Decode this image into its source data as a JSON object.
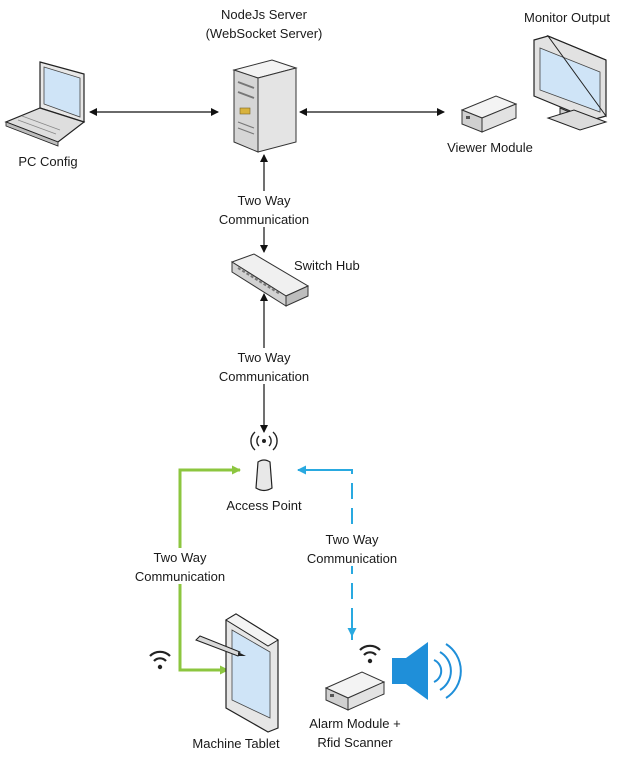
{
  "nodes": {
    "server": {
      "line1": "NodeJs Server",
      "line2": "(WebSocket Server)",
      "icon": "server-icon"
    },
    "pc": {
      "label": "PC Config",
      "icon": "laptop-icon"
    },
    "monitor": {
      "label": "Monitor Output",
      "icon": "monitor-icon"
    },
    "viewer": {
      "label": "Viewer Module",
      "icon": "viewer-box-icon"
    },
    "switch": {
      "label": "Switch Hub",
      "icon": "switch-icon"
    },
    "access_point": {
      "label": "Access Point",
      "icon": "access-point-icon"
    },
    "tablet": {
      "label": "Machine Tablet",
      "icon": "tablet-icon"
    },
    "alarm": {
      "line1": "Alarm Module +",
      "line2": "Rfid Scanner",
      "icon": "alarm-box-icon"
    }
  },
  "links": {
    "server_switch": {
      "line1": "Two Way",
      "line2": "Communication"
    },
    "switch_ap": {
      "line1": "Two Way",
      "line2": "Communication"
    },
    "ap_tablet": {
      "line1": "Two Way",
      "line2": "Communication",
      "color": "#8cc63f"
    },
    "ap_alarm": {
      "line1": "Two Way",
      "line2": "Communication",
      "color": "#29a9e0"
    }
  },
  "colors": {
    "line": "#111111",
    "icon_gray": "#e6e6e6",
    "icon_dark": "#4d4d4d",
    "screen": "#cfe4f7",
    "speaker": "#1f8fd9"
  }
}
